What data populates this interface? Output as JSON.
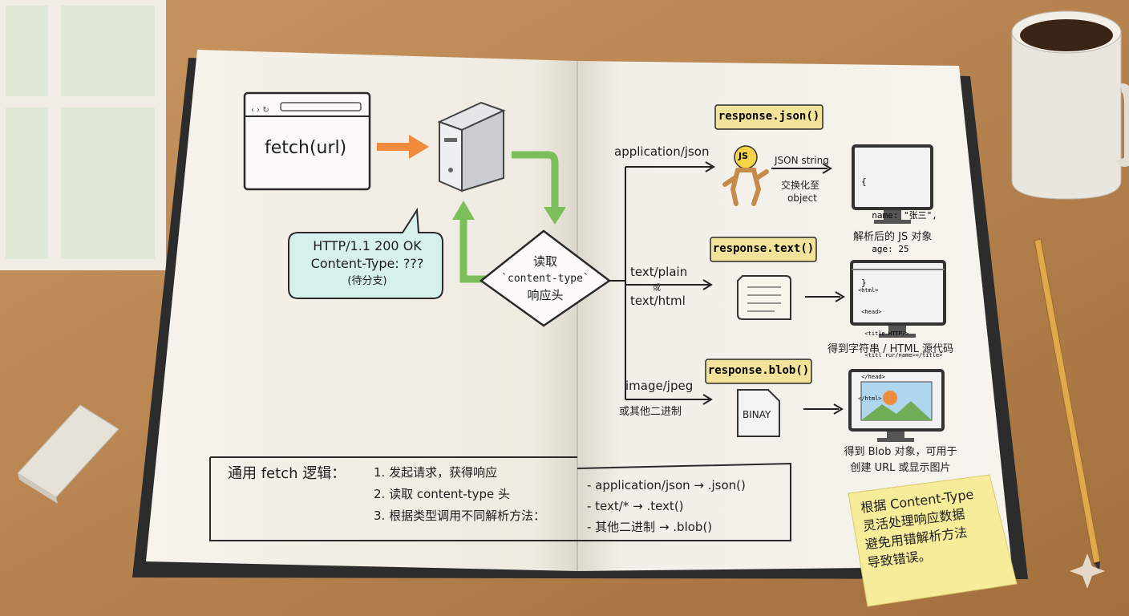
{
  "browser": {
    "call": "fetch(url)"
  },
  "response_bubble": {
    "line1": "HTTP/1.1 200 OK",
    "line2": "Content-Type: ???",
    "line3": "(待分支)"
  },
  "decision": {
    "line1": "读取",
    "line2": "`content-type`",
    "line3": "响应头"
  },
  "branches": {
    "json": {
      "type": "application/json",
      "method": "response.json()",
      "badge": "JS",
      "note1": "JSON string",
      "note2": "交换化至",
      "note3": "object",
      "code": [
        "{",
        "  name: \"张三\",",
        "  age: 25",
        "}"
      ],
      "caption": "解析后的 JS 对象"
    },
    "text": {
      "type1": "text/plain",
      "or": "或",
      "type2": "text/html",
      "method": "response.text()",
      "code": [
        "<html>",
        " <head>",
        "  <title HTTP/>",
        "  <titl rur/name></title>",
        " </head>",
        "</html>"
      ],
      "caption": "得到字符串 / HTML 源代码"
    },
    "blob": {
      "type1": "image/jpeg",
      "type2": "或其他二进制",
      "method": "response.blob()",
      "file": "BINAY",
      "caption1": "得到 Blob 对象，可用于",
      "caption2": "创建 URL 或显示图片"
    }
  },
  "summary": {
    "title": "通用 fetch 逻辑：",
    "steps": [
      "1. 发起请求，获得响应",
      "2. 读取 content-type 头",
      "3. 根据类型调用不同解析方法："
    ],
    "mappings": [
      "- application/json → .json()",
      "- text/* → .text()",
      "- 其他二进制 → .blob()"
    ]
  },
  "sticky_note": {
    "lines": [
      "根据 Content-Type",
      "灵活处理响应数据",
      "避免用错解析方法",
      "导致错误。"
    ]
  }
}
